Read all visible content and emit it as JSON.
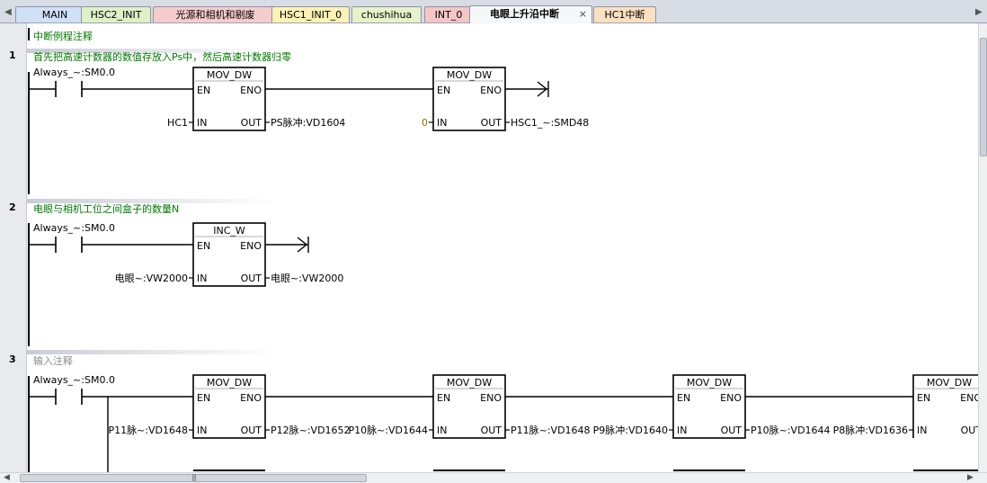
{
  "tabs": [
    {
      "label": "MAIN",
      "color": "#cfe0f7"
    },
    {
      "label": "HSC2_INIT",
      "color": "#dff0c8"
    },
    {
      "label": "光源和相机和剔废",
      "color": "#f6cccc"
    },
    {
      "label": "HSC1_INIT_0",
      "color": "#fbf2b4"
    },
    {
      "label": "chushihua",
      "color": "#e6f2c8"
    },
    {
      "label": "INT_0",
      "color": "#f5c6c6"
    },
    {
      "label": "电眼上升沿中断",
      "color": "#d6f0e6",
      "active": true,
      "close": "×"
    },
    {
      "label": "HC1中断",
      "color": "#fbe0c0"
    }
  ],
  "program_comment": "中断例程注释",
  "networks": [
    {
      "number": "1",
      "comment": "首先把高速计数器的数值存放入Ps中，然后高速计数器归零",
      "contact_label": "Always_~:SM0.0",
      "boxes": [
        {
          "title": "MOV_DW",
          "en": "EN",
          "eno": "ENO",
          "in_pin": "IN",
          "out_pin": "OUT",
          "in_op": "HC1",
          "out_op": "PS脉冲:VD1604"
        },
        {
          "title": "MOV_DW",
          "en": "EN",
          "eno": "ENO",
          "in_pin": "IN",
          "out_pin": "OUT",
          "in_op": "0",
          "out_op": "HSC1_~:SMD48"
        }
      ]
    },
    {
      "number": "2",
      "comment": "电眼与相机工位之间盒子的数量N",
      "contact_label": "Always_~:SM0.0",
      "boxes": [
        {
          "title": "INC_W",
          "en": "EN",
          "eno": "ENO",
          "in_pin": "IN",
          "out_pin": "OUT",
          "in_op": "电眼~:VW2000",
          "out_op": "电眼~:VW2000"
        }
      ]
    },
    {
      "number": "3",
      "comment": "输入注释",
      "contact_label": "Always_~:SM0.0",
      "boxes": [
        {
          "title": "MOV_DW",
          "en": "EN",
          "eno": "ENO",
          "in_pin": "IN",
          "out_pin": "OUT",
          "in_op": "P11脉~:VD1648",
          "out_op": "P12脉~:VD1652"
        },
        {
          "title": "MOV_DW",
          "en": "EN",
          "eno": "ENO",
          "in_pin": "IN",
          "out_pin": "OUT",
          "in_op": "P10脉~:VD1644",
          "out_op": "P11脉~:VD1648"
        },
        {
          "title": "MOV_DW",
          "en": "EN",
          "eno": "ENO",
          "in_pin": "IN",
          "out_pin": "OUT",
          "in_op": "P9脉冲:VD1640",
          "out_op": "P10脉~:VD1644"
        },
        {
          "title": "MOV_DW",
          "en": "EN",
          "eno": "ENO",
          "in_pin": "IN",
          "out_pin": "OUT",
          "in_op": "P8脉冲:VD1636",
          "out_op": "OUT"
        }
      ]
    }
  ],
  "scroll": {
    "grip": "|||",
    "left_arrow": "◀",
    "right_arrow": "▶"
  },
  "colors": {
    "comment": "#007a00",
    "placeholder": "#8c8c8c",
    "constant": "#8b6f00"
  }
}
